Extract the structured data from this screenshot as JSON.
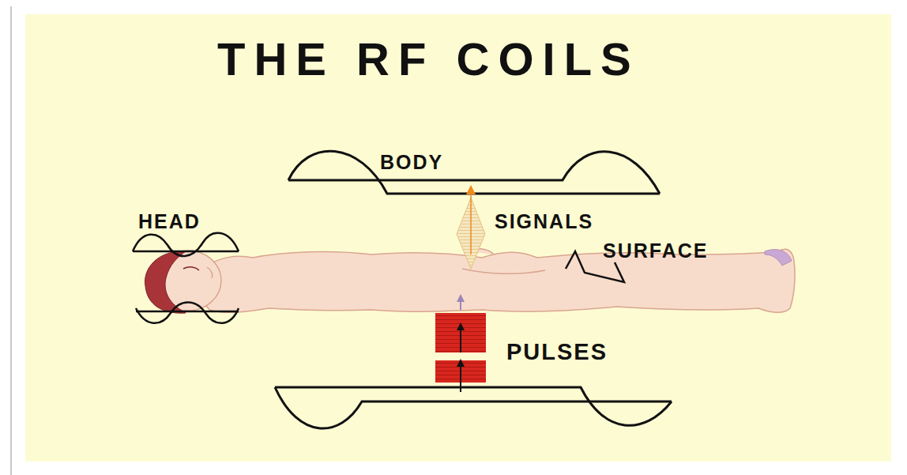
{
  "diagram": {
    "title": "THE RF COILS",
    "labels": [
      "BODY",
      "HEAD",
      "SIGNALS",
      "SURFACE",
      "PULSES"
    ]
  }
}
